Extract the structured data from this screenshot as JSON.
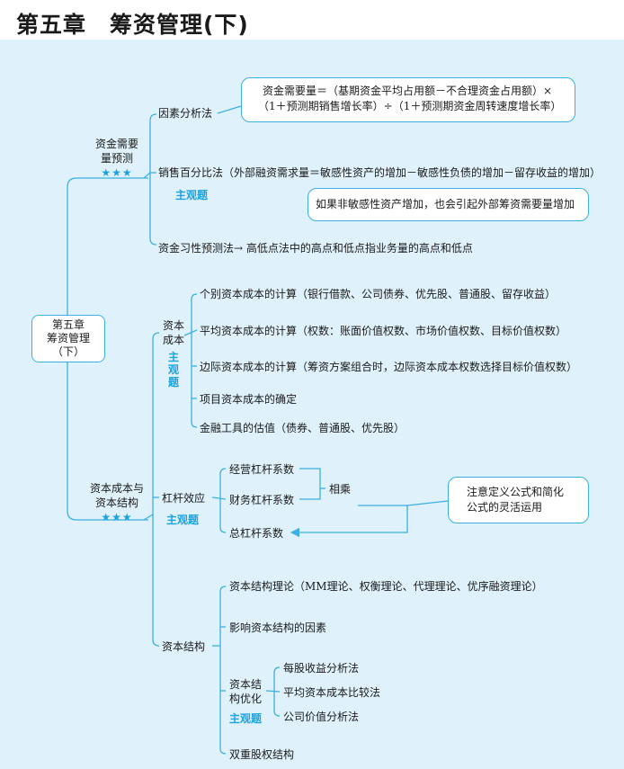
{
  "title": "第五章　筹资管理(下)",
  "root": {
    "line1": "第五章",
    "line2": "筹资管理",
    "line3": "（下）"
  },
  "subjective_label": "主观题",
  "subjective_vertical": [
    "主",
    "观",
    "题"
  ],
  "stars": "★★★",
  "colors": {
    "accent": "#1aa3e0",
    "line": "#3bb0e4",
    "background": "#dff1fa"
  },
  "branch1": {
    "label_line1": "资金需要",
    "label_line2": "量预测",
    "items": {
      "factor": "因素分析法",
      "factor_formula_line1": "资金需要量＝（基期资金平均占用额－不合理资金占用额）×",
      "factor_formula_line2": "（1＋预测期销售增长率）÷（1＋预测期资金周转速度增长率）",
      "sales": "销售百分比法（外部融资需求量＝敏感性资产的增加－敏感性负债的增加－留存收益的增加）",
      "sales_note": "如果非敏感性资产增加，也会引起外部筹资需要量增加",
      "habit": "资金习性预测法→ 高低点法中的高点和低点指业务量的高点和低点"
    }
  },
  "branch2": {
    "label_line1": "资本成本与",
    "label_line2": "资本结构",
    "cost": {
      "label_line1": "资本",
      "label_line2": "成本",
      "items": [
        "个别资本成本的计算（银行借款、公司债券、优先股、普通股、留存收益）",
        "平均资本成本的计算（权数：账面价值权数、市场价值权数、目标价值权数）",
        "边际资本成本的计算（筹资方案组合时，边际资本成本权数选择目标价值权数）",
        "项目资本成本的确定",
        "金融工具的估值（债券、普通股、优先股）"
      ]
    },
    "leverage": {
      "label": "杠杆效应",
      "items": [
        "经营杠杆系数",
        "财务杠杆系数",
        "总杠杆系数"
      ],
      "multiply": "相乘",
      "note_line1": "注意定义公式和简化",
      "note_line2": "公式的灵活运用"
    },
    "structure": {
      "label": "资本结构",
      "items": {
        "theory": "资本结构理论（MM理论、权衡理论、代理理论、优序融资理论）",
        "factors": "影响资本结构的因素",
        "optimize_line1": "资本结",
        "optimize_line2": "构优化",
        "dual": "双重股权结构"
      },
      "optimize_methods": [
        "每股收益分析法",
        "平均资本成本比较法",
        "公司价值分析法"
      ]
    }
  }
}
